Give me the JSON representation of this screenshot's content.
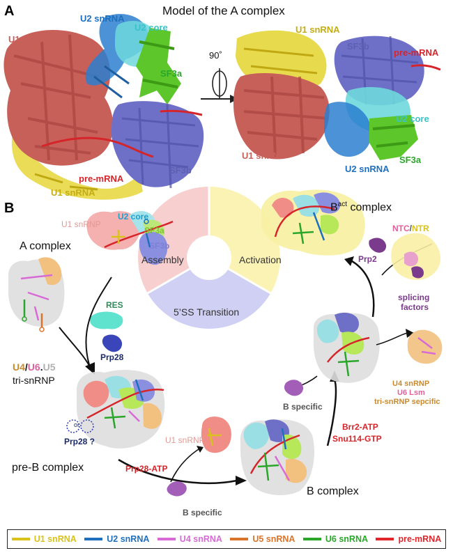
{
  "panel_a": {
    "letter": "A",
    "title": "Model of the A complex",
    "rotation": "90˚",
    "left_labels": {
      "u2_snrna": "U2 snRNA",
      "u2_core": "U2 core",
      "u1_snrnp": "U1 snRNP",
      "sf3a": "SF3a",
      "sf3b": "SF3b",
      "pre_mrna": "pre-mRNA",
      "u1_snrna": "U1 snRNA"
    },
    "right_labels": {
      "u1_snrna": "U1 snRNA",
      "sf3b": "SF3b",
      "pre_mrna": "pre-mRNA",
      "u2_core": "U2 core",
      "u1_snrnp": "U1 snRNP",
      "u2_snrna": "U2 snRNA",
      "sf3a": "SF3a"
    }
  },
  "panel_b": {
    "letter": "B",
    "a_complex": "A complex",
    "a_labels": {
      "u1_snrnp": "U1 snRNP",
      "u2_core": "U2 core",
      "sf3a": "SF3a",
      "sf3b": "SF3b"
    },
    "res": "RES",
    "prp28": "Prp28",
    "tri_u4": "U4",
    "tri_slash1": "/",
    "tri_u6": "U6",
    "tri_dot": ".",
    "tri_u5": "U5",
    "tri_snrnp": "tri-snRNP",
    "or": "or",
    "prp28_q": "Prp28 ?",
    "pre_b": "pre-B complex",
    "prp28_atp": "Prp28-ATP",
    "u1_snrnp_release": "U1 snRNP",
    "b_specific_bottom": "B specific",
    "b_complex": "B complex",
    "b_specific_mid": "B specific",
    "brr2": "Brr2-ATP",
    "snu114": "Snu114-GTP",
    "u4_snrnp": "U4 snRNP",
    "u6_lsm": "U6 Lsm",
    "tri_specific": "tri-snRNP sepcific",
    "bact_prefix": "B",
    "bact_sup": "act",
    "bact_suffix": " complex",
    "ntc": "NTC",
    "ntc_slash": "/",
    "ntr": "NTR",
    "prp2": "Prp2",
    "splicing_factors_1": "splicing",
    "splicing_factors_2": "factors",
    "wheel": {
      "assembly": "Assembly",
      "activation": "Activation",
      "transition": "5’SS Transition"
    }
  },
  "legend": [
    {
      "label": "U1 snRNA",
      "color": "#d9c21b"
    },
    {
      "label": "U2 snRNA",
      "color": "#1f6fbf"
    },
    {
      "label": "U4 snRNA",
      "color": "#d86ad6"
    },
    {
      "label": "U5 snRNA",
      "color": "#d9742a"
    },
    {
      "label": "U6 snRNA",
      "color": "#2aa62a"
    },
    {
      "label": "pre-mRNA",
      "color": "#e0262b"
    }
  ],
  "colors": {
    "u1_snrnp": "#c8605a",
    "u1_snrna": "#d9c21b",
    "u2_snrna": "#1f6fbf",
    "u2_core": "#39c3c9",
    "sf3a": "#5cc62a",
    "sf3b": "#6e70c8",
    "pre_mrna": "#d6252a",
    "purple": "#7b3b8c",
    "navy": "#1b2a6b",
    "green_res": "#2f8b5a",
    "orange": "#c98a2e",
    "pink": "#e0609a",
    "grey": "#9a9a9a"
  }
}
